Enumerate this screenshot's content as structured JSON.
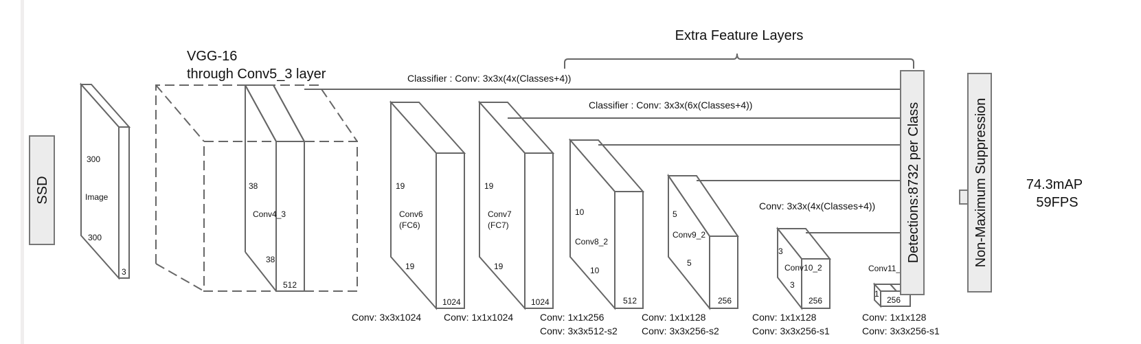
{
  "title_box": {
    "label": "SSD"
  },
  "vgg": {
    "line1": "VGG-16",
    "line2": "through Conv5_3 layer"
  },
  "extra_feature_layers": {
    "label": "Extra Feature Layers"
  },
  "layers": [
    {
      "id": "image",
      "name": "Image",
      "height": "300",
      "width": "300",
      "depth": "3",
      "conv_lines": []
    },
    {
      "id": "conv4_3",
      "name": "Conv4_3",
      "height": "38",
      "width": "38",
      "depth": "512",
      "conv_lines": []
    },
    {
      "id": "conv6",
      "name": "Conv6",
      "name2": "(FC6)",
      "height": "19",
      "width": "19",
      "depth": "1024",
      "conv_lines": [
        "Conv: 3x3x1024"
      ]
    },
    {
      "id": "conv7",
      "name": "Conv7",
      "name2": "(FC7)",
      "height": "19",
      "width": "19",
      "depth": "1024",
      "conv_lines": [
        "Conv: 1x1x1024"
      ]
    },
    {
      "id": "conv8_2",
      "name": "Conv8_2",
      "height": "10",
      "width": "10",
      "depth": "512",
      "conv_lines": [
        "Conv: 1x1x256",
        "Conv:  3x3x512-s2"
      ]
    },
    {
      "id": "conv9_2",
      "name": "Conv9_2",
      "height": "5",
      "width": "5",
      "depth": "256",
      "conv_lines": [
        "Conv: 1x1x128",
        "Conv: 3x3x256-s2"
      ]
    },
    {
      "id": "conv10_2",
      "name": "Conv10_2",
      "height": "3",
      "width": "3",
      "depth": "256",
      "conv_lines": [
        "Conv: 1x1x128",
        "Conv: 3x3x256-s1"
      ]
    },
    {
      "id": "conv11_2",
      "name": "Conv11_2",
      "height": "1",
      "width": "",
      "depth": "256",
      "conv_lines": [
        "Conv: 1x1x128",
        "Conv: 3x3x256-s1"
      ]
    }
  ],
  "classifiers": [
    {
      "label": "Classifier : Conv: 3x3x(4x(Classes+4))"
    },
    {
      "label": "Classifier : Conv: 3x3x(6x(Classes+4))"
    },
    {
      "label": "Conv: 3x3x(4x(Classes+4))"
    }
  ],
  "detections_box": {
    "label": "Detections:8732  per Class"
  },
  "nms_box": {
    "label": "Non-Maximum Suppression"
  },
  "results": {
    "map": "74.3mAP",
    "fps": "59FPS"
  },
  "colors": {
    "line": "#666666",
    "box_fill": "#ececec",
    "text": "#111111"
  }
}
